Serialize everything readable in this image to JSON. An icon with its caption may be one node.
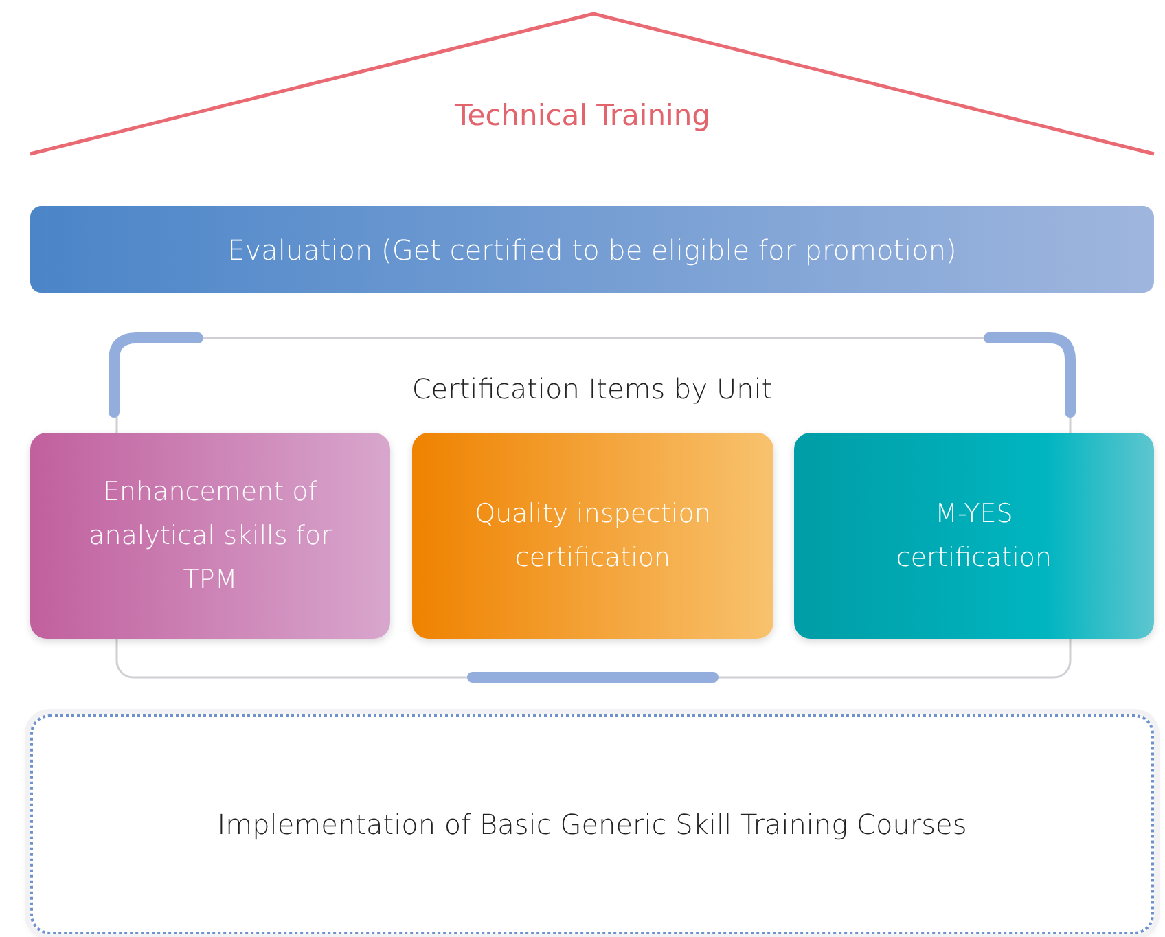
{
  "diagram": {
    "nodes": [
      {
        "text": [
          "Technical Training"
        ]
      },
      {
        "text": [
          "Evaluation (Get certified to be eligible for promotion)"
        ]
      },
      {
        "text": [
          "Certification Items by Unit"
        ]
      },
      {
        "text": [
          "Enhancement of analytical skills for TPM"
        ]
      },
      {
        "text": [
          "Quality inspection certification"
        ],
        "in": 2
      },
      {
        "text": [
          "M-YES certification"
        ]
      },
      {
        "text": [
          "Implementation of Basic Generic Skill Training Courses"
        ]
      }
    ]
  }
}
